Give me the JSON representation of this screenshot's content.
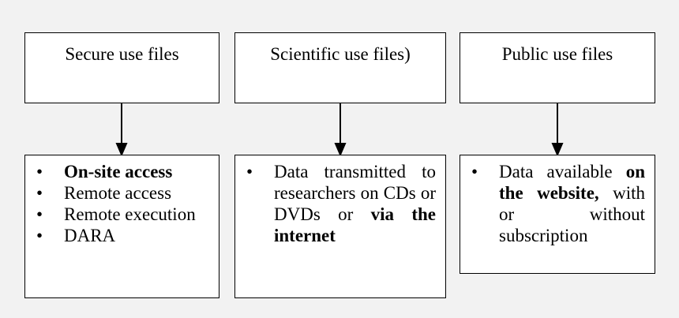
{
  "columns": [
    {
      "title": "Secure use files",
      "items": [
        {
          "segments": [
            {
              "text": "On-site access",
              "bold": true
            }
          ]
        },
        {
          "segments": [
            {
              "text": "Remote access",
              "bold": false
            }
          ]
        },
        {
          "segments": [
            {
              "text": "Remote execution",
              "bold": false
            }
          ]
        },
        {
          "segments": [
            {
              "text": "DARA",
              "bold": false
            }
          ]
        }
      ]
    },
    {
      "title": "Scientific use files)",
      "items": [
        {
          "segments": [
            {
              "text": "Data transmitted to researchers on CDs or DVDs or ",
              "bold": false
            },
            {
              "text": "via the internet",
              "bold": true
            }
          ]
        }
      ]
    },
    {
      "title": "Public use files",
      "items": [
        {
          "segments": [
            {
              "text": "Data available ",
              "bold": false
            },
            {
              "text": "on the website,",
              "bold": true
            },
            {
              "text": " with or without subscription",
              "bold": false
            }
          ]
        }
      ]
    }
  ],
  "bullet_char": "•",
  "colors": {
    "background": "#f2f2f2",
    "box": "#ffffff",
    "line": "#000000"
  }
}
